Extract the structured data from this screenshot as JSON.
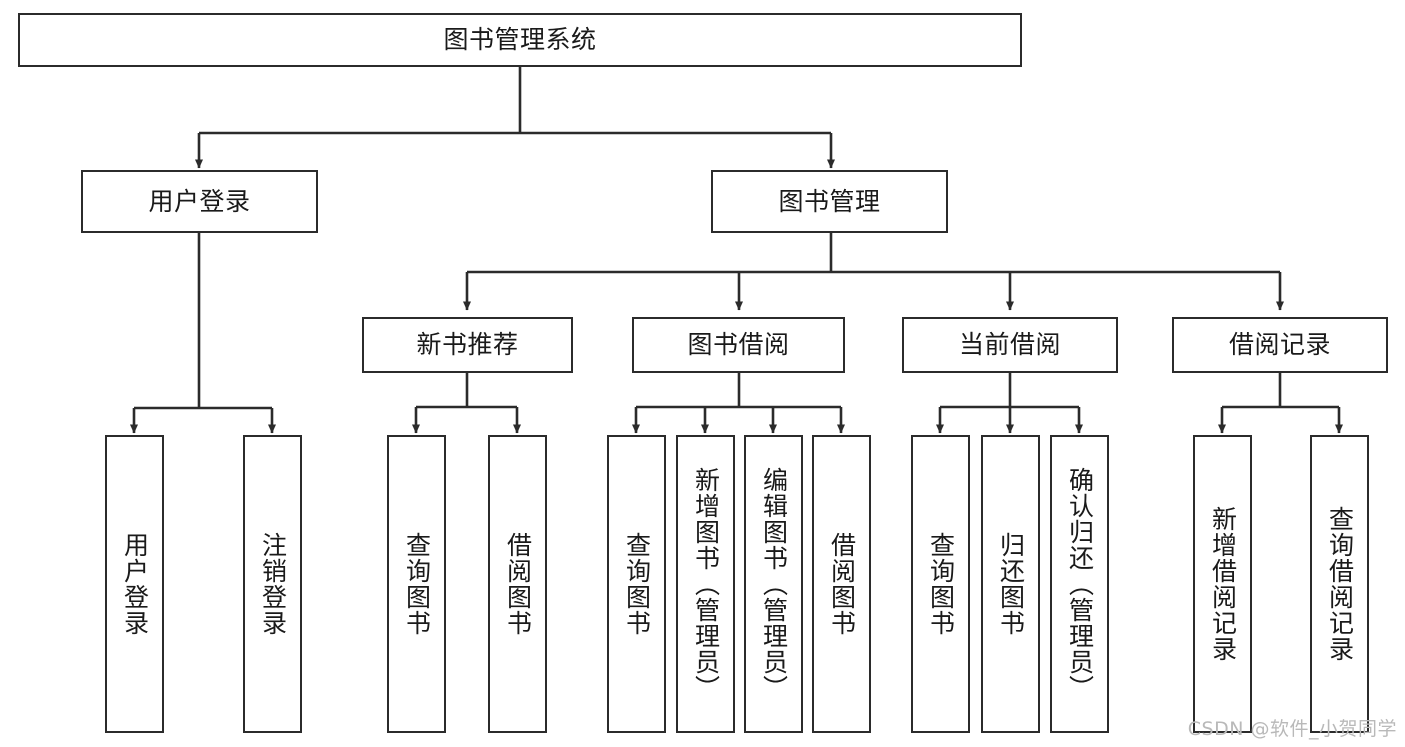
{
  "diagram": {
    "title": "图书管理系统",
    "type": "tree-hierarchy-diagram",
    "colors": {
      "stroke": "#2b2b2b",
      "fill": "#ffffff",
      "text": "#1a1a1a",
      "watermark": "#b9b9b9"
    },
    "levels": {
      "root": {
        "label": "图书管理系统"
      },
      "level2": [
        {
          "label": "用户登录"
        },
        {
          "label": "图书管理"
        }
      ],
      "level3": [
        {
          "label": "新书推荐"
        },
        {
          "label": "图书借阅"
        },
        {
          "label": "当前借阅"
        },
        {
          "label": "借阅记录"
        }
      ],
      "leaves": {
        "user_login": [
          {
            "label": "用户登录"
          },
          {
            "label": "注销登录"
          }
        ],
        "new_book_recommend": [
          {
            "label": "查询图书"
          },
          {
            "label": "借阅图书"
          }
        ],
        "book_borrow": [
          {
            "label": "查询图书"
          },
          {
            "label": "新增图书（管理员）"
          },
          {
            "label": "编辑图书（管理员）"
          },
          {
            "label": "借阅图书"
          }
        ],
        "current_borrow": [
          {
            "label": "查询图书"
          },
          {
            "label": "归还图书"
          },
          {
            "label": "确认归还（管理员）"
          }
        ],
        "borrow_record": [
          {
            "label": "新增借阅记录"
          },
          {
            "label": "查询借阅记录"
          }
        ]
      }
    }
  },
  "watermark": {
    "text": "CSDN @软件_小贺同学"
  }
}
